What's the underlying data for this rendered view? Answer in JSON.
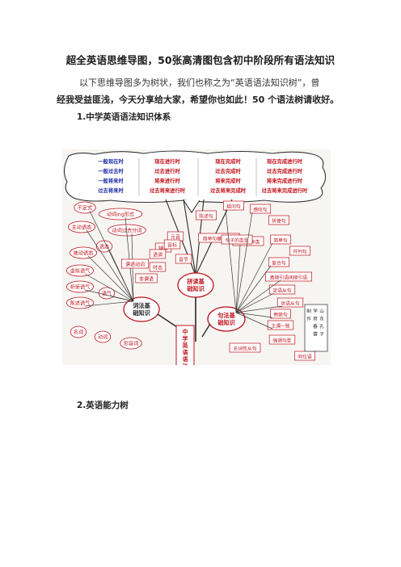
{
  "document": {
    "title": "超全英语思维导图，50张高清图包含初中阶段所有语法知识",
    "intro_line1": "以下思维导图多为树状，我们也称之为“英语语法知识树”，曾",
    "intro_line2": "经我受益匪浅，今天分享给大家，希望你也如此！50 个语法树请收好。",
    "section1": "1.中学英语语法知识体系",
    "section2": "2.英语能力树"
  },
  "mindmap": {
    "tenses": [
      [
        "一般现在时",
        "现在进行时",
        "现在完成时",
        "现在完成进行时"
      ],
      [
        "一般过去时",
        "过去进行时",
        "过去完成时",
        "过去完成进行时"
      ],
      [
        "一般将来时",
        "将来进行时",
        "将来完成时",
        "将来完成进行时"
      ],
      [
        "过去将来时",
        "过去将来进行时",
        "过去将来完成时",
        "过去将来完成进行时"
      ]
    ],
    "center_top": "拼读基础知识",
    "center_left": "词法基础知识",
    "center_right": "句法基础知识",
    "center_trunk": "中学英语语法知识",
    "left_nodes": [
      "不定式",
      "动词ing形式",
      "主动语态",
      "动词过去分词",
      "语态",
      "被动语态",
      "虚拟语气",
      "祈使语气",
      "陈述语气",
      "语气",
      "名词",
      "动词",
      "形容词"
    ],
    "middle_nodes": [
      "谓语动词",
      "时态",
      "非谓语",
      "辅音",
      "元音",
      "语调",
      "音节",
      "音标"
    ],
    "right_nodes": [
      "陈述句",
      "疑问句",
      "感叹句",
      "祈使句",
      "简单句",
      "复合句",
      "并列句",
      "句子的种类",
      "简单句基本句型",
      "句子的类型",
      "直接引语间接引语",
      "定语从句",
      "状语从句",
      "倒装句",
      "主谓一致",
      "强调句型",
      "名词性从句",
      "同位语"
    ],
    "stamp": "山东孔子学府春蕾制作"
  }
}
